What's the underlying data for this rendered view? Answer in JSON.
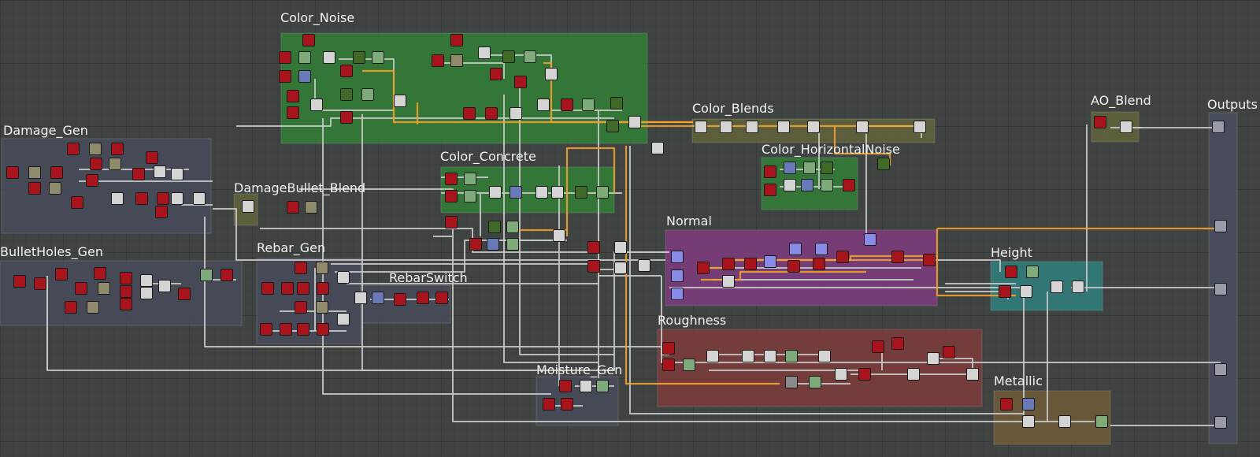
{
  "frames": [
    {
      "id": "color_noise",
      "title": "Color_Noise",
      "color": "#2f8a33"
    },
    {
      "id": "damage_gen",
      "title": "Damage_Gen",
      "color": "#4a4e60"
    },
    {
      "id": "color_blends",
      "title": "Color_Blends",
      "color": "#6a6a3a"
    },
    {
      "id": "ao_blend",
      "title": "AO_Blend",
      "color": "#6a6a3a"
    },
    {
      "id": "outputs",
      "title": "Outputs",
      "color": "#4a4e60"
    },
    {
      "id": "color_horizontalnoise",
      "title": "Color_HorizontalNoise",
      "color": "#2f8a33"
    },
    {
      "id": "color_concrete",
      "title": "Color_Concrete",
      "color": "#2f8a33"
    },
    {
      "id": "damagebullet_blend",
      "title": "DamageBullet_Blend",
      "color": "#6a6a3a"
    },
    {
      "id": "bulletholes_gen",
      "title": "BulletHoles_Gen",
      "color": "#4a4e60"
    },
    {
      "id": "rebar_gen",
      "title": "Rebar_Gen",
      "color": "#4a4e60"
    },
    {
      "id": "rebarswitch",
      "title": "RebarSwitch",
      "color": "#4a4e60"
    },
    {
      "id": "normal",
      "title": "Normal",
      "color": "#8a3a8a"
    },
    {
      "id": "height",
      "title": "Height",
      "color": "#2f8a8a"
    },
    {
      "id": "roughness",
      "title": "Roughness",
      "color": "#8a3a3a"
    },
    {
      "id": "moisture_gen",
      "title": "Moisture_Gen",
      "color": "#4a4e60"
    },
    {
      "id": "metallic",
      "title": "Metallic",
      "color": "#7a5f36"
    }
  ],
  "node_colors": {
    "red": "#a8141c",
    "white": "#d4d4d4",
    "green_light": "#7faa7a",
    "green_dark": "#3f6a26",
    "olive": "#8f8a6c",
    "blue": "#6a7ab8",
    "violet": "#8a8ae8",
    "gray": "#8a8a8a",
    "output": "#9a9aa8"
  },
  "wire_colors": {
    "default": "#c8c8c8",
    "highlight": "#f0a030"
  }
}
